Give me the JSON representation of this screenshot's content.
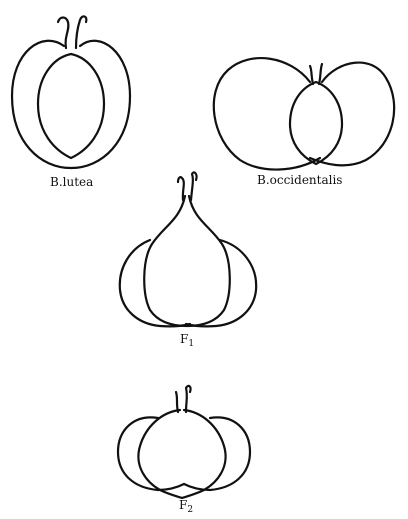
{
  "figures": [
    {
      "id": "b-lutea",
      "label": "B.lutea"
    },
    {
      "id": "b-occidentalis",
      "label": "B.occidentalis"
    },
    {
      "id": "f1",
      "label": "F",
      "subscript": "1"
    },
    {
      "id": "f2",
      "label": "F",
      "subscript": "2"
    }
  ],
  "colors": {
    "line": "#111111",
    "background": "#ffffff"
  }
}
